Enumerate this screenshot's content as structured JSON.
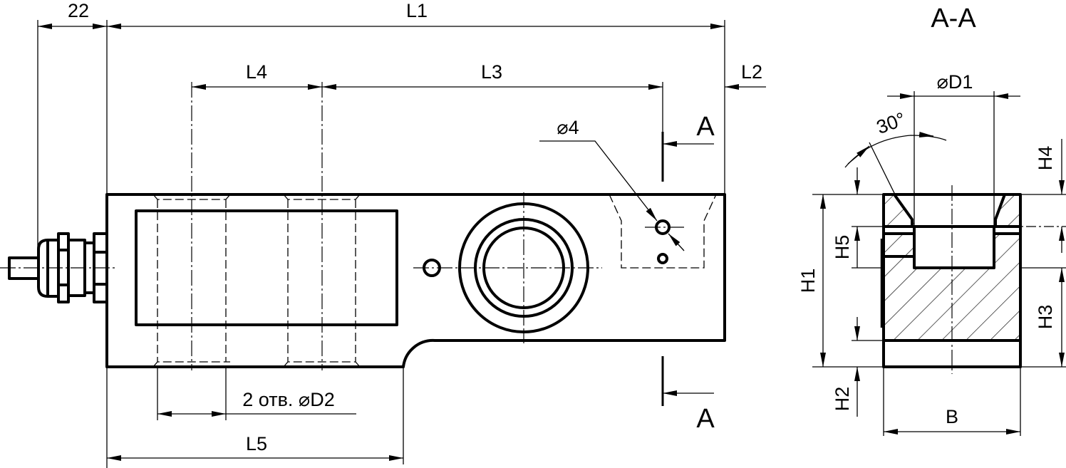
{
  "drawing": {
    "section_title": "A-A",
    "section_marker_top": "A",
    "section_marker_bottom": "A",
    "dims": {
      "cable": "22",
      "L1": "L1",
      "L2": "L2",
      "L3": "L3",
      "L4": "L4",
      "L5": "L5",
      "hole_small": "⌀4",
      "holes_D2": "2 отв. ⌀D2",
      "D1": "⌀D1",
      "angle": "30°",
      "H1": "H1",
      "H2": "H2",
      "H3": "H3",
      "H4": "H4",
      "H5": "H5",
      "B": "B"
    }
  }
}
